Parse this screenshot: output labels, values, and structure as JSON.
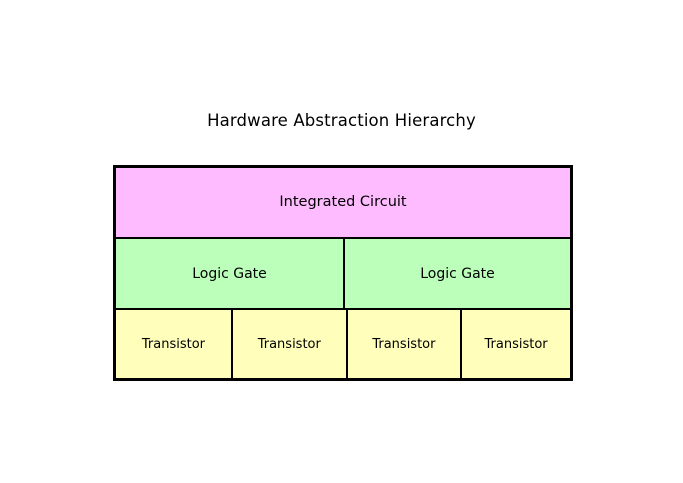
{
  "diagram": {
    "title": "Hardware Abstraction Hierarchy",
    "background_color": "#ffffff",
    "border_color": "#000000",
    "tiers": [
      {
        "name": "integrated-circuit",
        "fill_color": "#ffbbff",
        "cells": [
          {
            "label": "Integrated Circuit"
          }
        ]
      },
      {
        "name": "logic-gate",
        "fill_color": "#bbffbb",
        "cells": [
          {
            "label": "Logic Gate"
          },
          {
            "label": "Logic Gate"
          }
        ]
      },
      {
        "name": "transistor",
        "fill_color": "#ffffbb",
        "cells": [
          {
            "label": "Transistor"
          },
          {
            "label": "Transistor"
          },
          {
            "label": "Transistor"
          },
          {
            "label": "Transistor"
          }
        ]
      }
    ]
  }
}
